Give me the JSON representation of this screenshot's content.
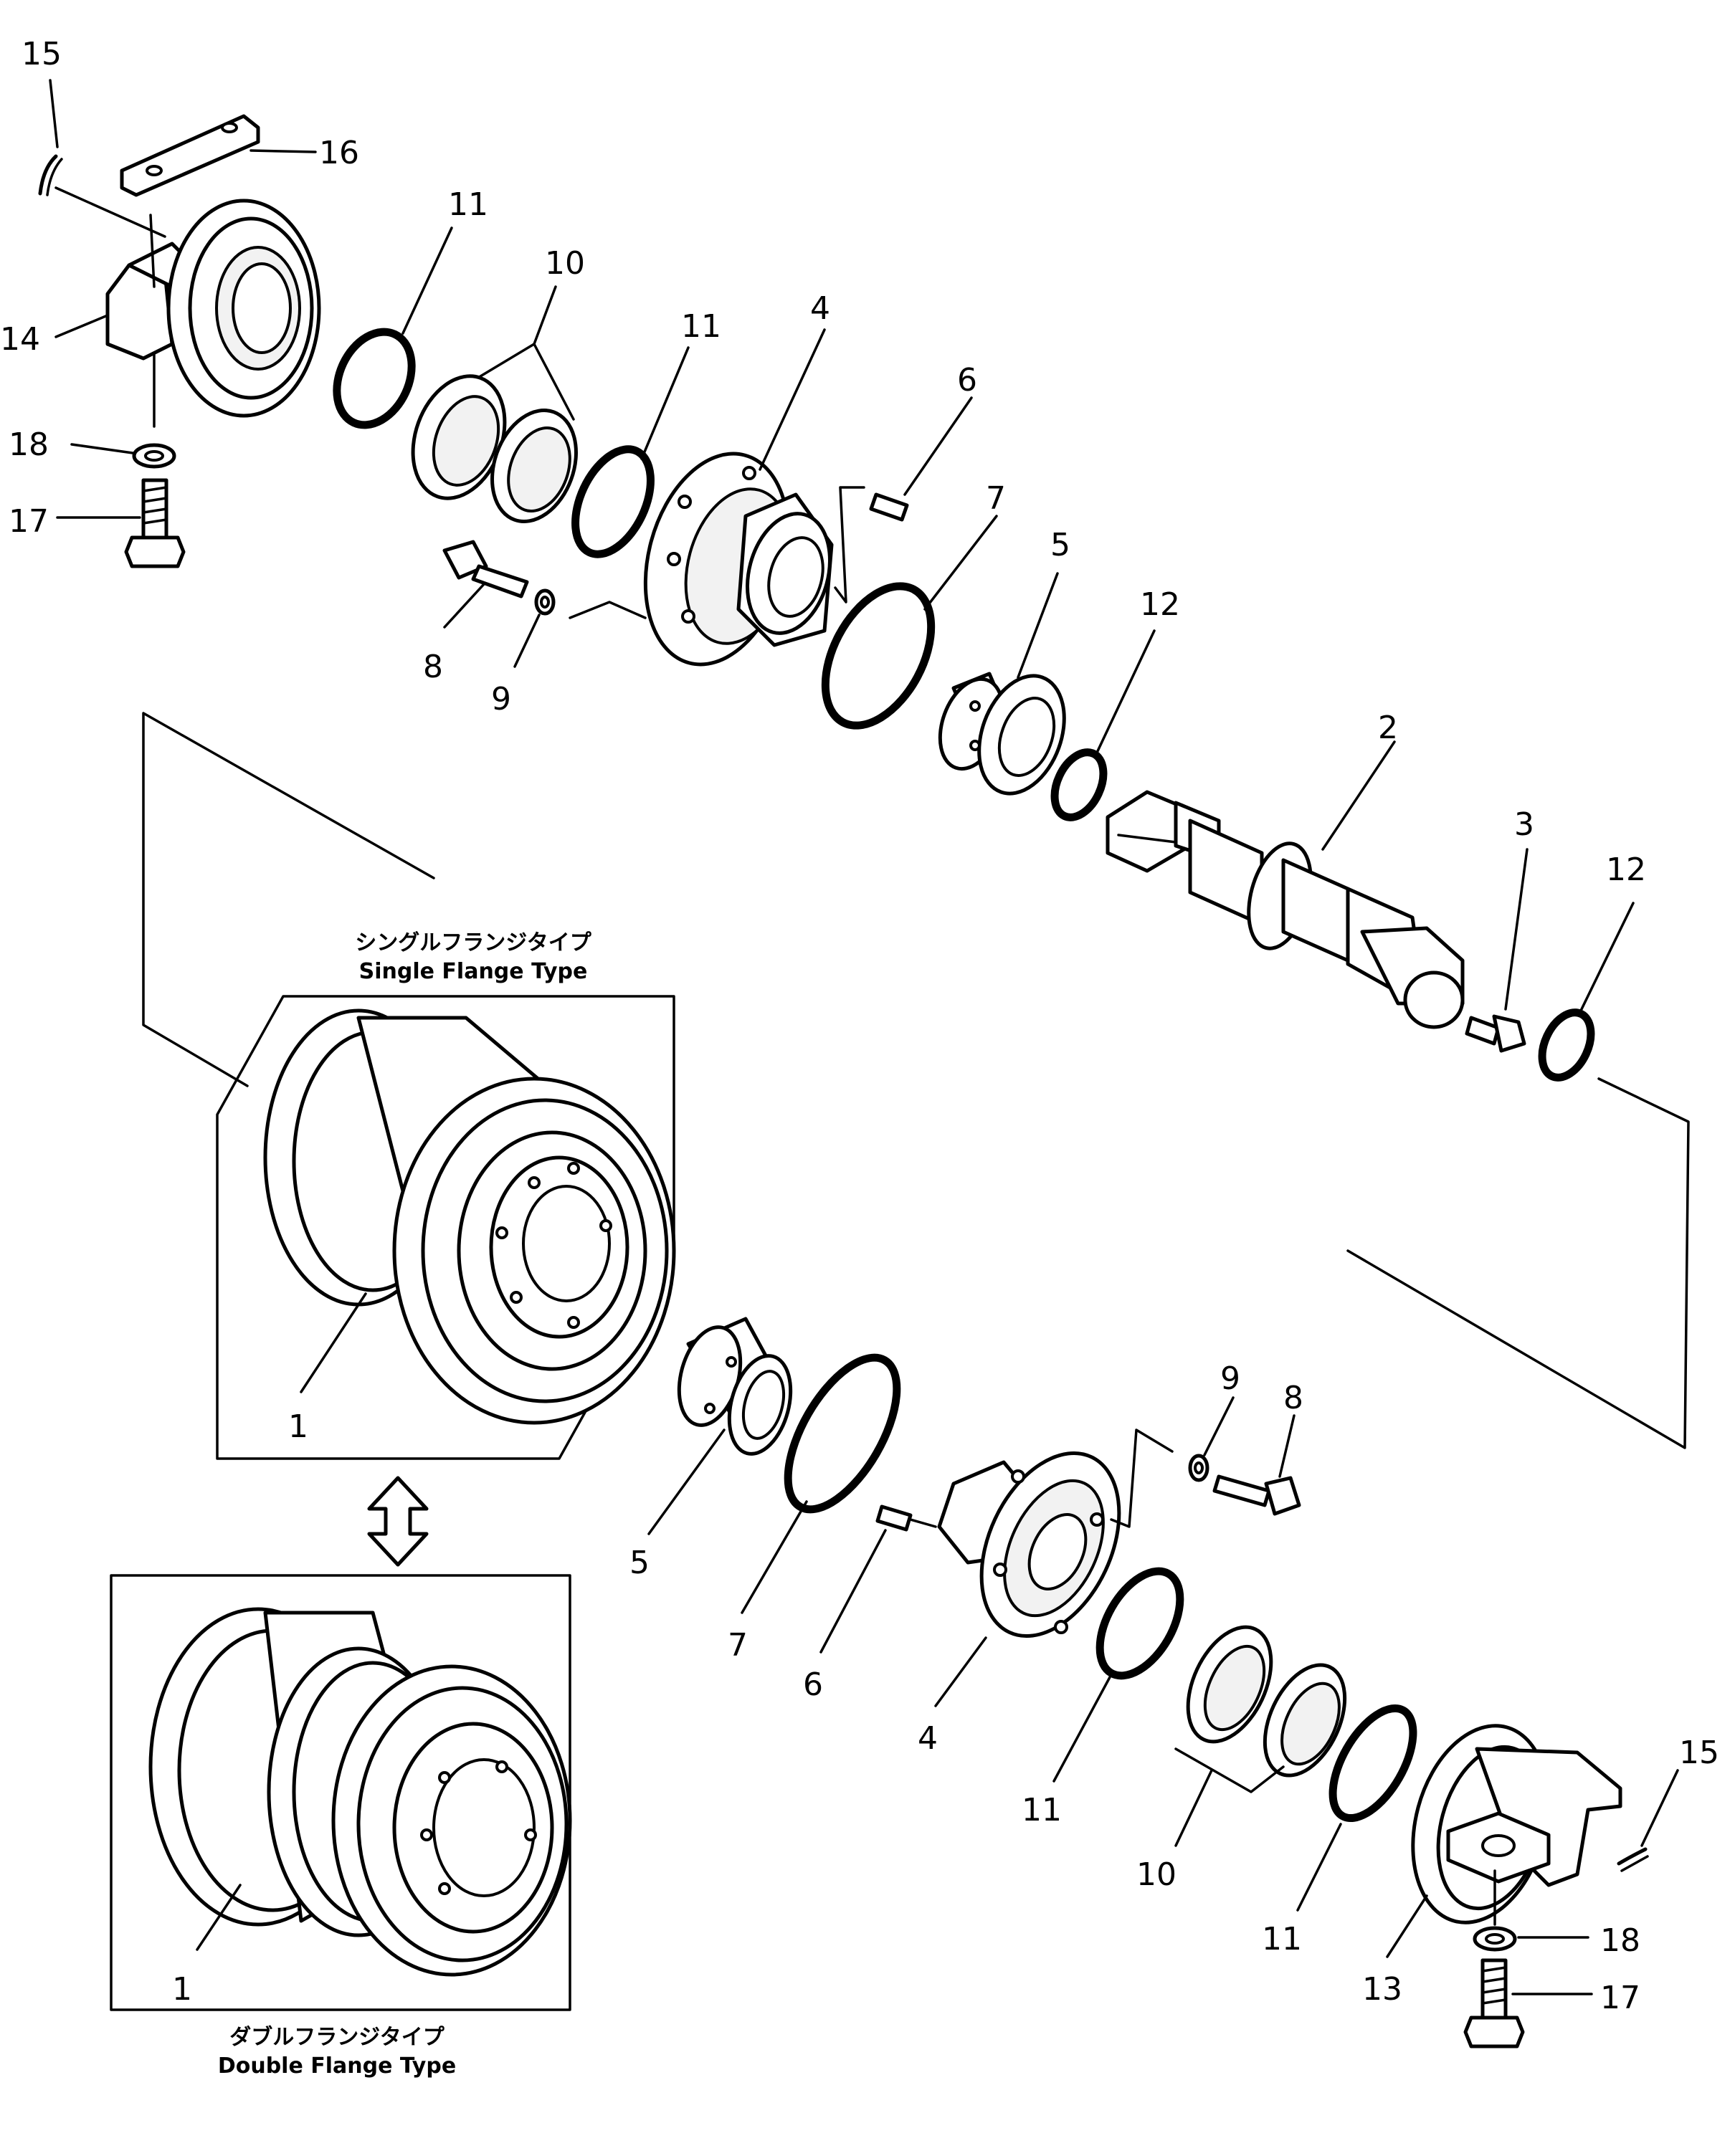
{
  "callouts": {
    "top": {
      "n15": "15",
      "n16": "16",
      "n14": "14",
      "n18": "18",
      "n17": "17",
      "n11a": "11",
      "n10": "10",
      "n11b": "11",
      "n4": "4",
      "n6": "6",
      "n7": "7",
      "n5": "5",
      "n8": "8",
      "n9": "9",
      "n12a": "12",
      "n2": "2",
      "n3": "3",
      "n12b": "12"
    },
    "bottom": {
      "n1s": "1",
      "n1d": "1",
      "n5": "5",
      "n7": "7",
      "n6": "6",
      "n4": "4",
      "n9": "9",
      "n8": "8",
      "n11a": "11",
      "n10": "10",
      "n11b": "11",
      "n13": "13",
      "n15": "15",
      "n18": "18",
      "n17": "17"
    }
  },
  "captions": {
    "single_jp": "シングルフランジタイプ",
    "single_en": "Single  Flange  Type",
    "double_jp": "ダブルフランジタイプ",
    "double_en": "Double  Flange  Type"
  }
}
